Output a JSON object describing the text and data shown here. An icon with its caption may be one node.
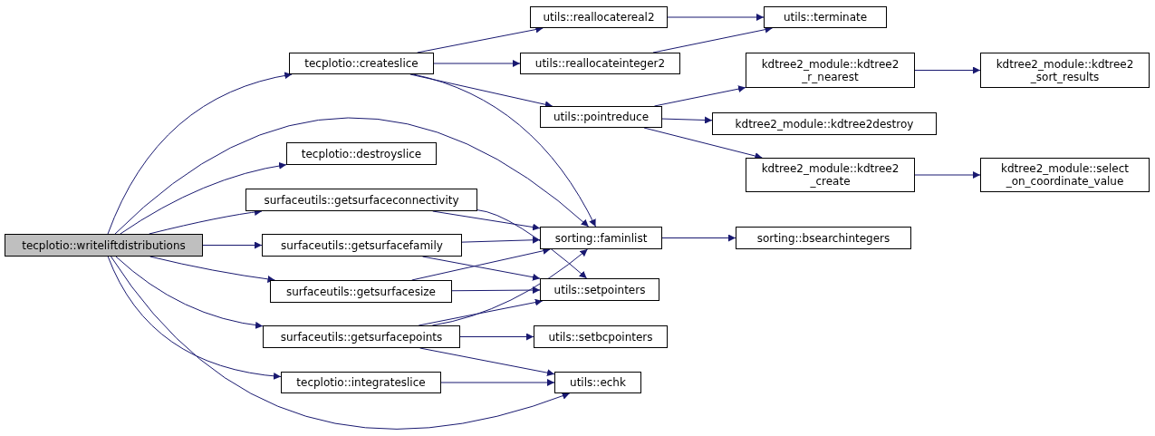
{
  "diagram": {
    "nodes": [
      {
        "text": [
          "tecplotio::writeliftdistributions"
        ]
      },
      {
        "text": [
          "tecplotio::createslice"
        ]
      },
      {
        "text": [
          "utils::reallocatereal2"
        ]
      },
      {
        "text": [
          "utils::terminate"
        ]
      },
      {
        "text": [
          "utils::reallocateinteger2"
        ]
      },
      {
        "text": [
          "utils::pointreduce"
        ]
      },
      {
        "text": [
          "kdtree2_module::kdtree2 _r_nearest"
        ]
      },
      {
        "text": [
          "kdtree2_module::kdtree2 _sort_results"
        ]
      },
      {
        "text": [
          "kdtree2_module::kdtree2destroy"
        ]
      },
      {
        "text": [
          "kdtree2_module::kdtree2 _create"
        ]
      },
      {
        "text": [
          "kdtree2_module::select _on_coordinate_value"
        ]
      },
      {
        "text": [
          "tecplotio::destroyslice"
        ]
      },
      {
        "text": [
          "surfaceutils::getsurfaceconnectivity"
        ]
      },
      {
        "text": [
          "sorting::faminlist"
        ]
      },
      {
        "text": [
          "sorting::bsearchintegers"
        ]
      },
      {
        "text": [
          "surfaceutils::getsurfacefamily"
        ]
      },
      {
        "text": [
          "utils::setpointers"
        ]
      },
      {
        "text": [
          "surfaceutils::getsurfacesize"
        ]
      },
      {
        "text": [
          "surfaceutils::getsurfacepoints"
        ]
      },
      {
        "text": [
          "utils::setbcpointers"
        ]
      },
      {
        "text": [
          "tecplotio::integrateslice"
        ]
      },
      {
        "text": [
          "utils::echk"
        ]
      }
    ],
    "edges": [
      {
        "from": 0,
        "to": 1,
        "arrow": "to"
      },
      {
        "from": 0,
        "to": 13,
        "arrow": "to"
      },
      {
        "from": 0,
        "to": 11,
        "arrow": "to"
      },
      {
        "from": 0,
        "to": 12,
        "arrow": "to"
      },
      {
        "from": 0,
        "to": 15,
        "arrow": "to"
      },
      {
        "from": 0,
        "to": 17,
        "arrow": "to"
      },
      {
        "from": 0,
        "to": 18,
        "arrow": "to"
      },
      {
        "from": 0,
        "to": 20,
        "arrow": "to"
      },
      {
        "from": 0,
        "to": 21,
        "arrow": "to"
      },
      {
        "from": 1,
        "to": 2,
        "arrow": "to"
      },
      {
        "from": 1,
        "to": 4,
        "arrow": "to"
      },
      {
        "from": 1,
        "to": 5,
        "arrow": "to"
      },
      {
        "from": 1,
        "to": 13,
        "arrow": "to"
      },
      {
        "from": 2,
        "to": 3,
        "arrow": "to"
      },
      {
        "from": 4,
        "to": 3,
        "arrow": "to"
      },
      {
        "from": 5,
        "to": 6,
        "arrow": "to"
      },
      {
        "from": 5,
        "to": 8,
        "arrow": "to"
      },
      {
        "from": 5,
        "to": 9,
        "arrow": "to"
      },
      {
        "from": 6,
        "to": 7,
        "arrow": "to"
      },
      {
        "from": 9,
        "to": 10,
        "arrow": "to"
      },
      {
        "from": 12,
        "to": 13,
        "arrow": "to"
      },
      {
        "from": 12,
        "to": 16,
        "arrow": "to"
      },
      {
        "from": 13,
        "to": 14,
        "arrow": "to"
      },
      {
        "from": 15,
        "to": 13,
        "arrow": "to"
      },
      {
        "from": 15,
        "to": 16,
        "arrow": "to"
      },
      {
        "from": 17,
        "to": 13,
        "arrow": "to"
      },
      {
        "from": 17,
        "to": 16,
        "arrow": "to"
      },
      {
        "from": 18,
        "to": 16,
        "arrow": "to"
      },
      {
        "from": 18,
        "to": 13,
        "arrow": "to"
      },
      {
        "from": 18,
        "to": 19,
        "arrow": "to"
      },
      {
        "from": 18,
        "to": 21,
        "arrow": "to"
      },
      {
        "from": 20,
        "to": 21,
        "arrow": "to"
      }
    ]
  }
}
